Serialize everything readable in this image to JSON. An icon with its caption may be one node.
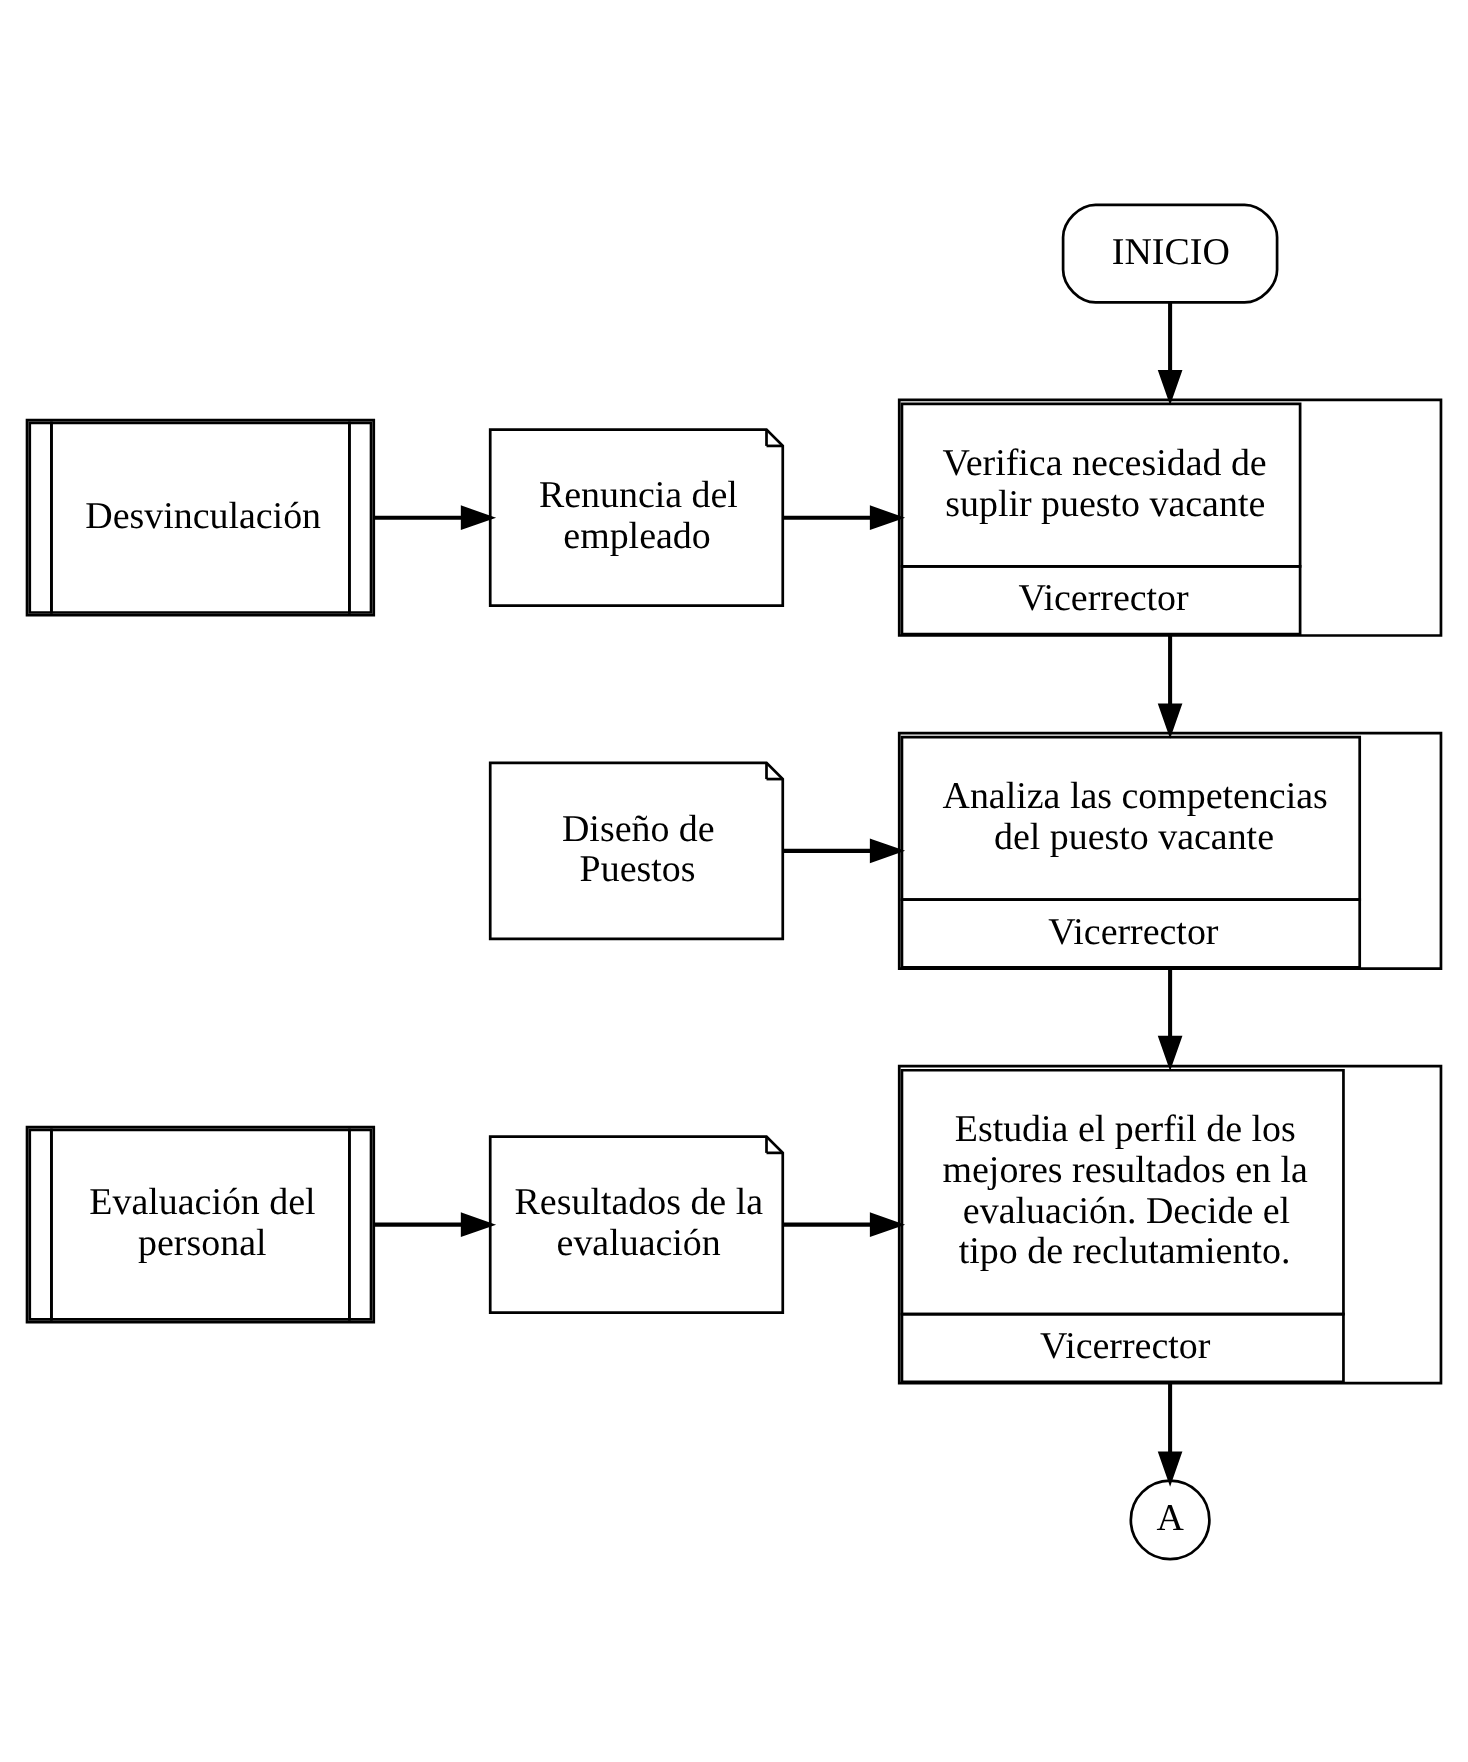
{
  "diagram": {
    "nodes": [
      {
        "text": [
          "INICIO"
        ]
      },
      {
        "text": [
          "Desvinculación"
        ]
      },
      {
        "text": [
          "Renuncia del empleado"
        ]
      },
      {
        "text": [
          "Verifica necesidad de suplir puesto vacante",
          "Vicerrector"
        ]
      },
      {
        "text": [
          "Diseño de Puestos"
        ]
      },
      {
        "text": [
          "Analiza las competencias del puesto vacante",
          "Vicerrector"
        ]
      },
      {
        "text": [
          "Evaluación del personal"
        ]
      },
      {
        "text": [
          "Resultados de la evaluación"
        ]
      },
      {
        "text": [
          "Estudia el perfil de los mejores resultados en la evaluación. Decide el tipo de reclutamiento.",
          "Vicerrector"
        ]
      },
      {
        "text": [
          "A"
        ]
      }
    ],
    "edges": [
      {
        "from": 0,
        "to": 3,
        "arrow": "to"
      },
      {
        "from": 1,
        "to": 2,
        "arrow": "to"
      },
      {
        "from": 2,
        "to": 3,
        "arrow": "to"
      },
      {
        "from": 3,
        "to": 5,
        "arrow": "to"
      },
      {
        "from": 4,
        "to": 5,
        "arrow": "to"
      },
      {
        "from": 5,
        "to": 8,
        "arrow": "to"
      },
      {
        "from": 6,
        "to": 7,
        "arrow": "to"
      },
      {
        "from": 7,
        "to": 8,
        "arrow": "to"
      },
      {
        "from": 8,
        "to": 9,
        "arrow": "to"
      }
    ]
  }
}
